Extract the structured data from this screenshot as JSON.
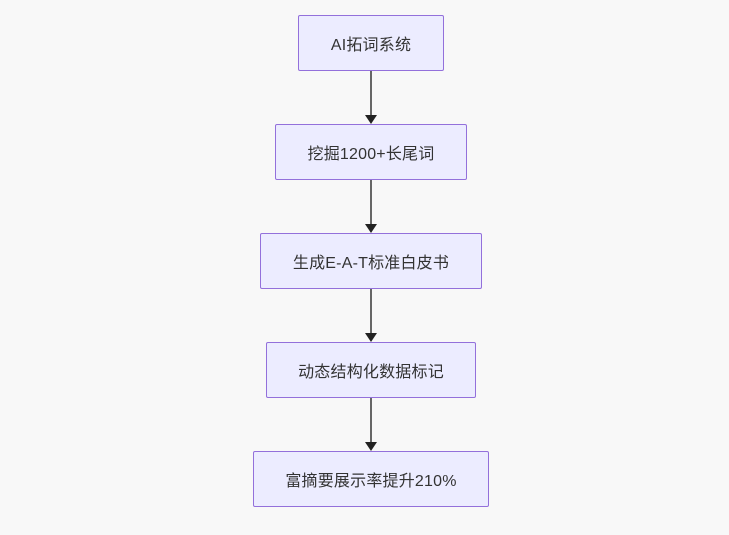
{
  "page": {
    "background_color": "#f8f8f8"
  },
  "diagram": {
    "type": "flowchart",
    "direction": "top-to-bottom",
    "node_fill_color": "#ececff",
    "node_border_color": "#9370db",
    "node_text_color": "#333333",
    "edge_line_color": "#666666",
    "arrowhead_color": "#222222",
    "nodes": [
      {
        "label": "AI拓词系统"
      },
      {
        "label": "挖掘1200+长尾词"
      },
      {
        "label": "生成E-A-T标准白皮书"
      },
      {
        "label": "动态结构化数据标记"
      },
      {
        "label": "富摘要展示率提升210%"
      }
    ],
    "edges": [
      {
        "from": "AI拓词系统",
        "to": "挖掘1200+长尾词",
        "style": "arrow-down"
      },
      {
        "from": "挖掘1200+长尾词",
        "to": "生成E-A-T标准白皮书",
        "style": "arrow-down"
      },
      {
        "from": "生成E-A-T标准白皮书",
        "to": "动态结构化数据标记",
        "style": "arrow-down"
      },
      {
        "from": "动态结构化数据标记",
        "to": "富摘要展示率提升210%",
        "style": "arrow-down"
      }
    ]
  }
}
